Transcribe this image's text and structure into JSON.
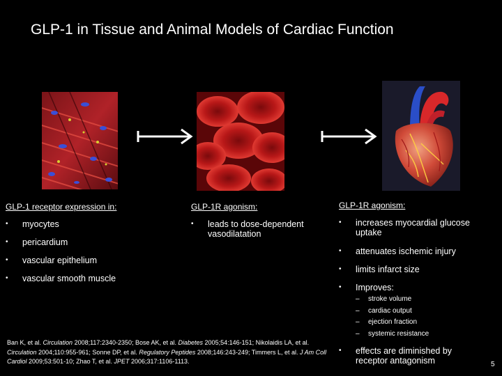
{
  "slide": {
    "title": "GLP-1 in Tissue and Animal Models of Cardiac Function",
    "page_number": "5"
  },
  "columns": [
    {
      "heading": "GLP-1 receptor expression in:",
      "items": [
        "myocytes",
        "pericardium",
        "vascular epithelium",
        "vascular smooth muscle"
      ]
    },
    {
      "heading": "GLP-1R agonism:",
      "items": [
        "leads to dose-dependent vasodilatation"
      ]
    },
    {
      "heading": "GLP-1R agonism:",
      "items": [
        "increases myocardial glucose uptake",
        "attenuates ischemic injury",
        "limits infarct size",
        "Improves:"
      ],
      "sub_items": [
        "stroke volume",
        "cardiac output",
        "ejection fraction",
        "systemic resistance"
      ],
      "final_item": "effects are diminished by receptor antagonism"
    }
  ],
  "bullet_char": "•",
  "dash_char": "–",
  "references": [
    {
      "text": "Ban K, et al. ",
      "italic": false
    },
    {
      "text": "Circulation",
      "italic": true
    },
    {
      "text": " 2008;117:2340-2350; Bose AK, et al. ",
      "italic": false
    },
    {
      "text": "Diabetes",
      "italic": true
    },
    {
      "text": " 2005;54:146-151; Nikolaidis LA, et al. ",
      "italic": false
    },
    {
      "text": "Circulation",
      "italic": true
    },
    {
      "text": " 2004;110:955-961; Sonne DP, et al. ",
      "italic": false
    },
    {
      "text": "Regulatory Peptides",
      "italic": true
    },
    {
      "text": " 2008;146:243-249; Timmers L, et al. ",
      "italic": false
    },
    {
      "text": "J Am Coll Cardiol",
      "italic": true
    },
    {
      "text": " 2009;53:501-10; Zhao T, et al. ",
      "italic": false
    },
    {
      "text": "JPET",
      "italic": true
    },
    {
      "text": " 2006;317:1106-1113.",
      "italic": false
    }
  ],
  "colors": {
    "background": "#000000",
    "text": "#ffffff"
  },
  "images": [
    "cardiac-muscle-tissue-image",
    "red-blood-cells-image",
    "heart-anatomy-image"
  ]
}
